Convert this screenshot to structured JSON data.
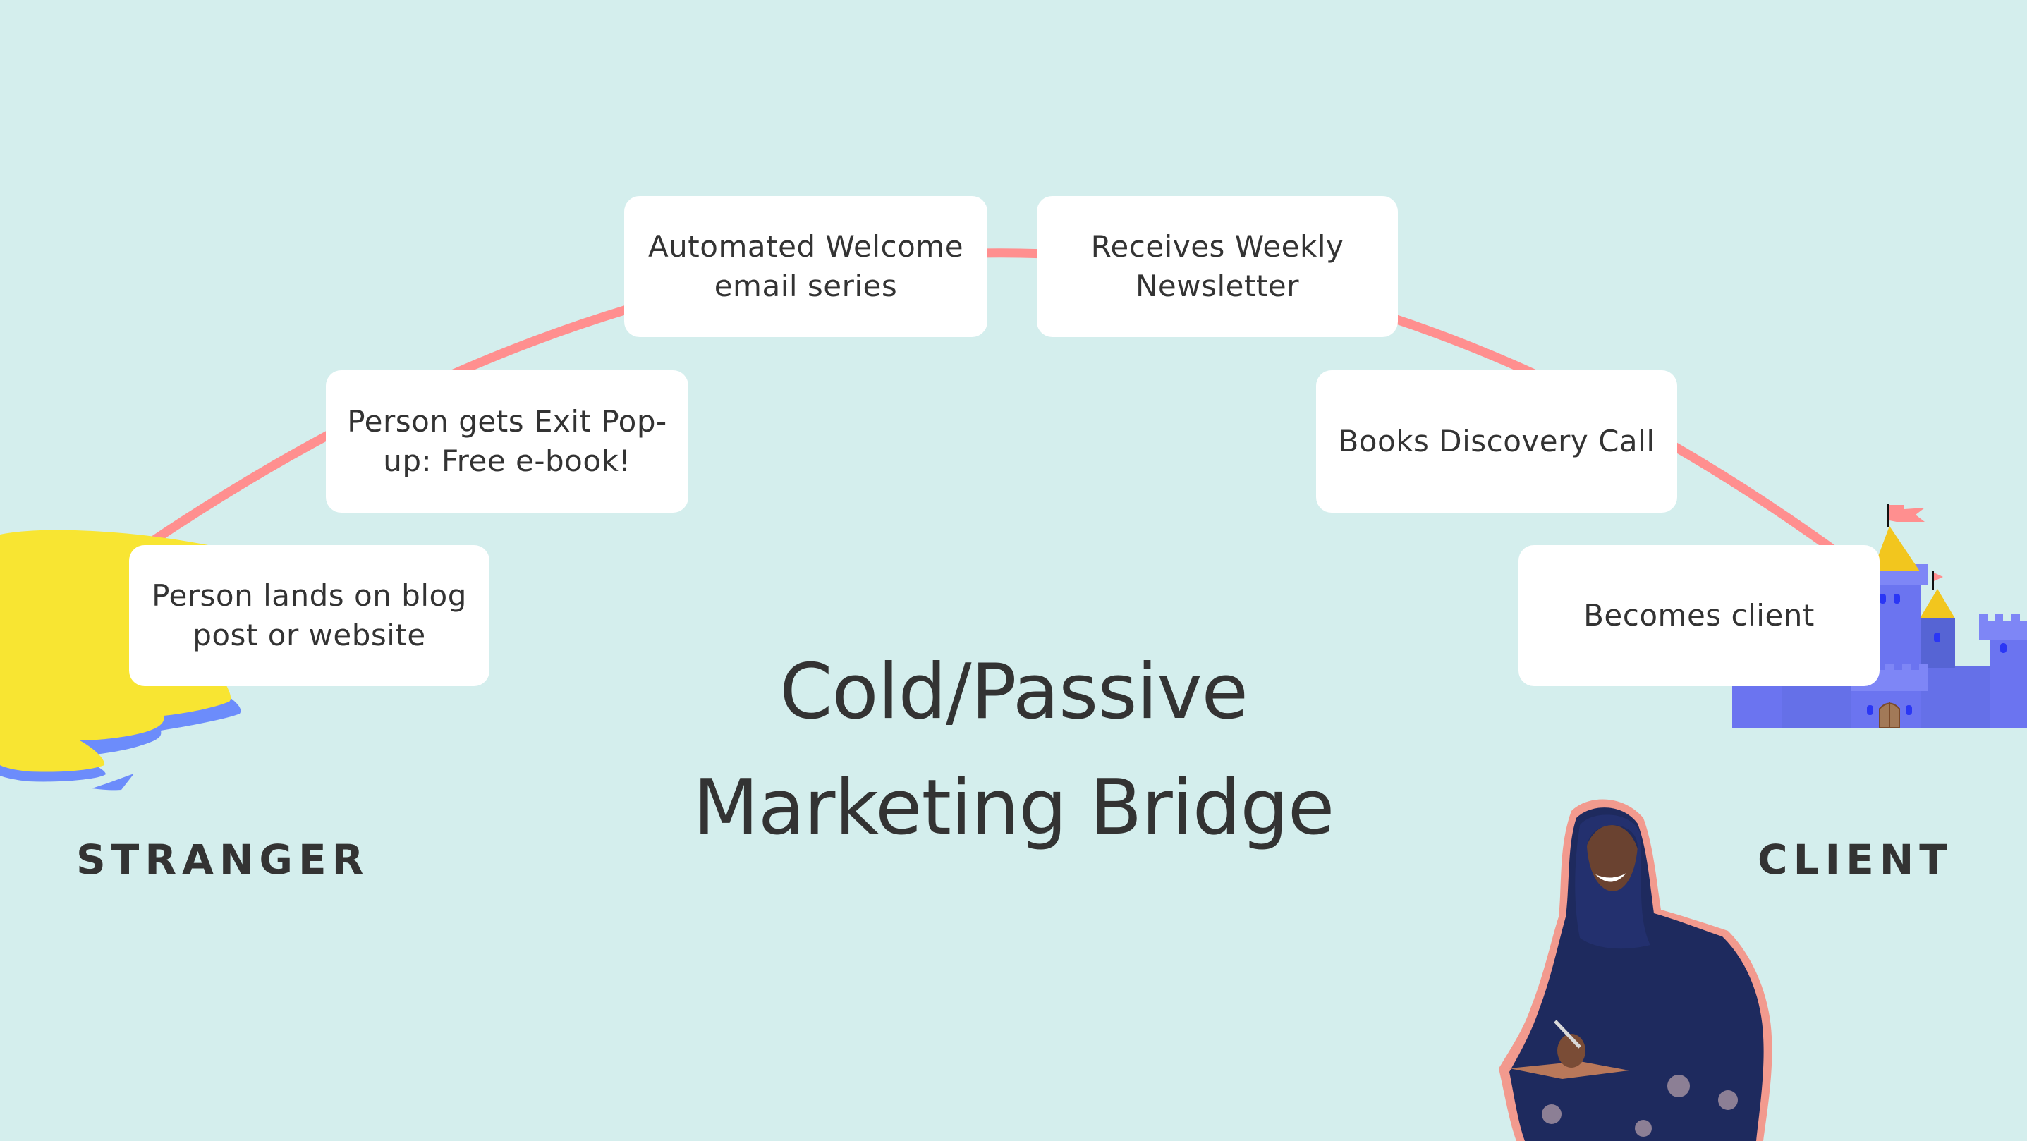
{
  "slide": {
    "title_line1": "Cold/Passive",
    "title_line2": "Marketing Bridge",
    "background_color": "#d4eeed",
    "arc_color": "#ff8f8f",
    "text_color": "#333333"
  },
  "labels": {
    "start": "STRANGER",
    "end": "CLIENT"
  },
  "steps": [
    {
      "order": 1,
      "line1": "Person lands on blog",
      "line2": "post or website"
    },
    {
      "order": 2,
      "line1": "Person gets Exit Pop-",
      "line2": "up: Free e-book!"
    },
    {
      "order": 3,
      "line1": "Automated Welcome",
      "line2": "email series"
    },
    {
      "order": 4,
      "line1": "Receives Weekly",
      "line2": "Newsletter"
    },
    {
      "order": 5,
      "line1": "Books Discovery Call",
      "line2": ""
    },
    {
      "order": 6,
      "line1": "Becomes client",
      "line2": ""
    }
  ],
  "illustrations": {
    "start": "yellow-island-icon",
    "end": "castle-icon",
    "photo": "smiling-woman-in-hijab-writing-in-notebook"
  }
}
